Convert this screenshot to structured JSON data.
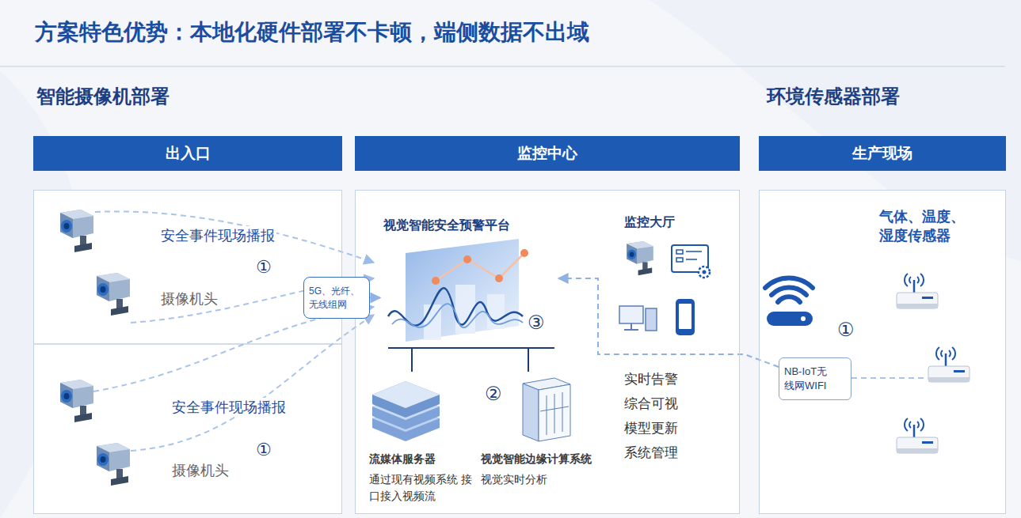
{
  "diagram": {
    "title": "方案特色优势：本地化硬件部署不卡顿，端侧数据不出域",
    "nodes": [
      {
        "text": [
          "出入口"
        ]
      },
      {
        "text": [
          "监控中心"
        ]
      },
      {
        "text": [
          "生产现场"
        ]
      },
      {
        "text": [
          "视觉智能安全预警平台"
        ],
        "in": 1
      },
      {
        "text": [
          "流媒体服务器",
          "通过现有视频系统 接口接入视频流"
        ],
        "in": 1
      },
      {
        "text": [
          "视觉智能边缘计算系统",
          "视觉实时分析"
        ],
        "in": 1
      },
      {
        "text": [
          "监控大厅",
          "实时告警",
          "综合可视",
          "模型更新",
          "系统管理"
        ],
        "in": 1
      },
      {
        "text": [
          "气体、温度、湿度传感器"
        ],
        "in": 2
      },
      {
        "text": [
          "5G、光纤、无线组网"
        ]
      },
      {
        "text": [
          "NB-IoT无线网WIFI"
        ]
      }
    ],
    "edges": [
      {
        "from": 8,
        "to": 3,
        "arrow": "to"
      },
      {
        "from": 9,
        "to": 3,
        "arrow": "to"
      },
      {
        "from": 3,
        "to": 4,
        "arrow": "none"
      },
      {
        "from": 3,
        "to": 5,
        "arrow": "none"
      }
    ],
    "labels": [
      "智能摄像机部署",
      "环境传感器部署",
      "安全事件现场播报",
      "①",
      "摄像机头",
      "安全事件现场播报",
      "①",
      "摄像机头",
      "②",
      "③",
      "①"
    ]
  }
}
